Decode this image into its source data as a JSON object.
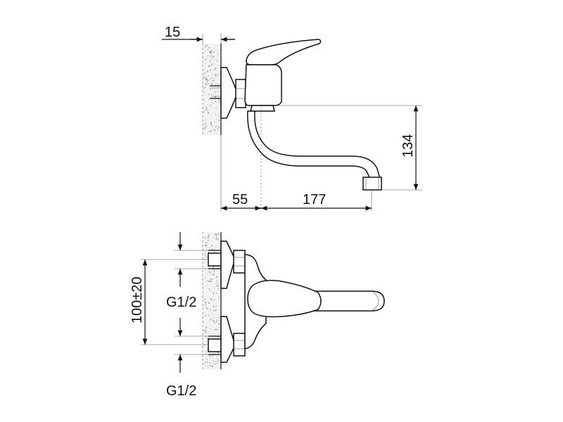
{
  "drawing": {
    "dimensions": {
      "wall_thickness": "15",
      "body_offset": "55",
      "spout_reach": "177",
      "spout_height": "134",
      "inlet_spacing": "100±20"
    },
    "thread_labels": {
      "upper": "G1/2",
      "lower": "G1/2"
    }
  }
}
